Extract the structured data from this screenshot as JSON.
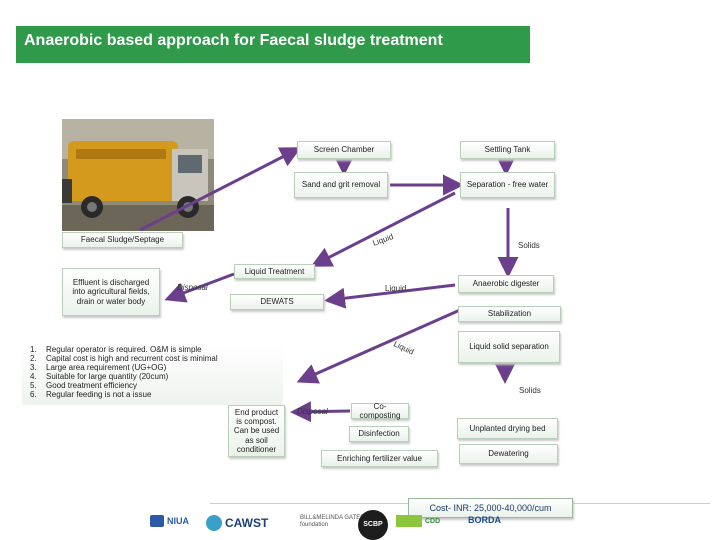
{
  "title": "Anaerobic based  approach for Faecal sludge treatment",
  "nodes": {
    "screen_chamber": "Screen Chamber",
    "settling_tank": "Settling Tank",
    "sand_grit": "Sand and grit removal",
    "separation_free_water": "Separation - free water",
    "faecal_sludge": "Faecal Sludge/Septage",
    "liquid_treatment": "Liquid Treatment",
    "effluent": "Effluent is discharged into agricultural fields, drain or water body",
    "dewats": "DEWATS",
    "anaerobic_digester": "Anaerobic digester",
    "stabilization": "Stabilization",
    "liquid_solid_separation": "Liquid solid separation",
    "end_product": "End product is compost. Can be used as soil conditioner",
    "co_composting": "Co-composting",
    "disinfection": "Disinfection",
    "enriching_fertilizer": "Enriching fertilizer value",
    "unplanted_drying_bed": "Unplanted drying bed",
    "dewatering": "Dewatering"
  },
  "labels": {
    "liquid_1": "Liquid",
    "solids_1": "Solids",
    "disposal_1": "Disposal",
    "liquid_2": "Liquid",
    "liquid_3": "Liquid",
    "solids_2": "Solids",
    "disposal_2": "Disposal"
  },
  "notes": {
    "numbers": [
      "1.",
      "2.",
      "3.",
      "4.",
      "5.",
      "6."
    ],
    "items": [
      "Regular operator is required. O&M is simple",
      "Capital cost is high and recurrent cost is minimal",
      "Large area requirement (UG+OG)",
      "Suitable for large quantity (20cum)",
      "Good treatment efficiency",
      "Regular feeding is not a issue"
    ]
  },
  "cost": "Cost- INR: 25,000-40,000/cum",
  "logos": {
    "niua": "NIUA",
    "cawst": "CAWST",
    "gates": "BILL&MELINDA GATES foundation",
    "scbp": "SCBP",
    "borda": "BORDA",
    "cdd": "CDD"
  },
  "colors": {
    "title_bg": "#2e9a4a",
    "arrow": "#6b3f8c"
  }
}
